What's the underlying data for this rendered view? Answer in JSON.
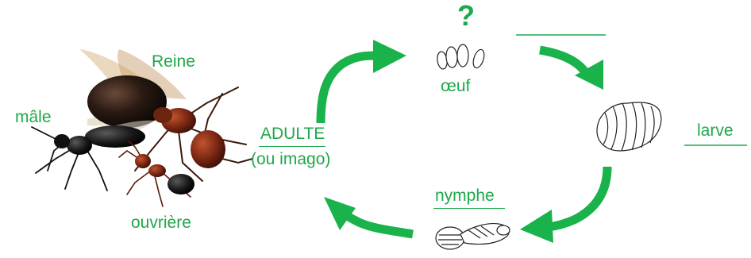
{
  "labels": {
    "queen": "Reine",
    "male": "mâle",
    "worker": "ouvrière",
    "adult": "ADULTE",
    "adult_alt": "(ou imago)",
    "question": "?",
    "egg": "œuf",
    "larva": "larve",
    "pupa": "nymphe"
  },
  "colors": {
    "accent": "#1ea84a",
    "arrow": "#19b24b"
  },
  "icons": [
    "ants-photo",
    "egg-icon",
    "larva-icon",
    "pupa-icon",
    "cycle-arrow"
  ]
}
